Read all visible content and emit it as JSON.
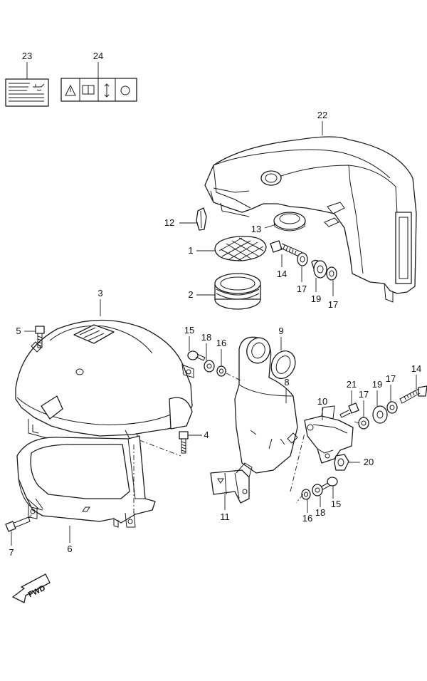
{
  "diagram": {
    "callouts": [
      {
        "id": "c1",
        "text": "1"
      },
      {
        "id": "c2",
        "text": "2"
      },
      {
        "id": "c3",
        "text": "3"
      },
      {
        "id": "c4",
        "text": "4"
      },
      {
        "id": "c5",
        "text": "5"
      },
      {
        "id": "c6",
        "text": "6"
      },
      {
        "id": "c7",
        "text": "7"
      },
      {
        "id": "c8",
        "text": "8"
      },
      {
        "id": "c9",
        "text": "9"
      },
      {
        "id": "c10",
        "text": "10"
      },
      {
        "id": "c11",
        "text": "11"
      },
      {
        "id": "c12",
        "text": "12"
      },
      {
        "id": "c13",
        "text": "13"
      },
      {
        "id": "c14a",
        "text": "14"
      },
      {
        "id": "c14b",
        "text": "14"
      },
      {
        "id": "c15a",
        "text": "15"
      },
      {
        "id": "c15b",
        "text": "15"
      },
      {
        "id": "c16a",
        "text": "16"
      },
      {
        "id": "c16b",
        "text": "16"
      },
      {
        "id": "c17a",
        "text": "17"
      },
      {
        "id": "c17b",
        "text": "17"
      },
      {
        "id": "c17c",
        "text": "17"
      },
      {
        "id": "c17d",
        "text": "17"
      },
      {
        "id": "c18a",
        "text": "18"
      },
      {
        "id": "c18b",
        "text": "18"
      },
      {
        "id": "c19a",
        "text": "19"
      },
      {
        "id": "c19b",
        "text": "19"
      },
      {
        "id": "c20",
        "text": "20"
      },
      {
        "id": "c21",
        "text": "21"
      },
      {
        "id": "c22",
        "text": "22"
      },
      {
        "id": "c23",
        "text": "23"
      },
      {
        "id": "c24",
        "text": "24"
      }
    ],
    "fwd_label": "FWD"
  }
}
